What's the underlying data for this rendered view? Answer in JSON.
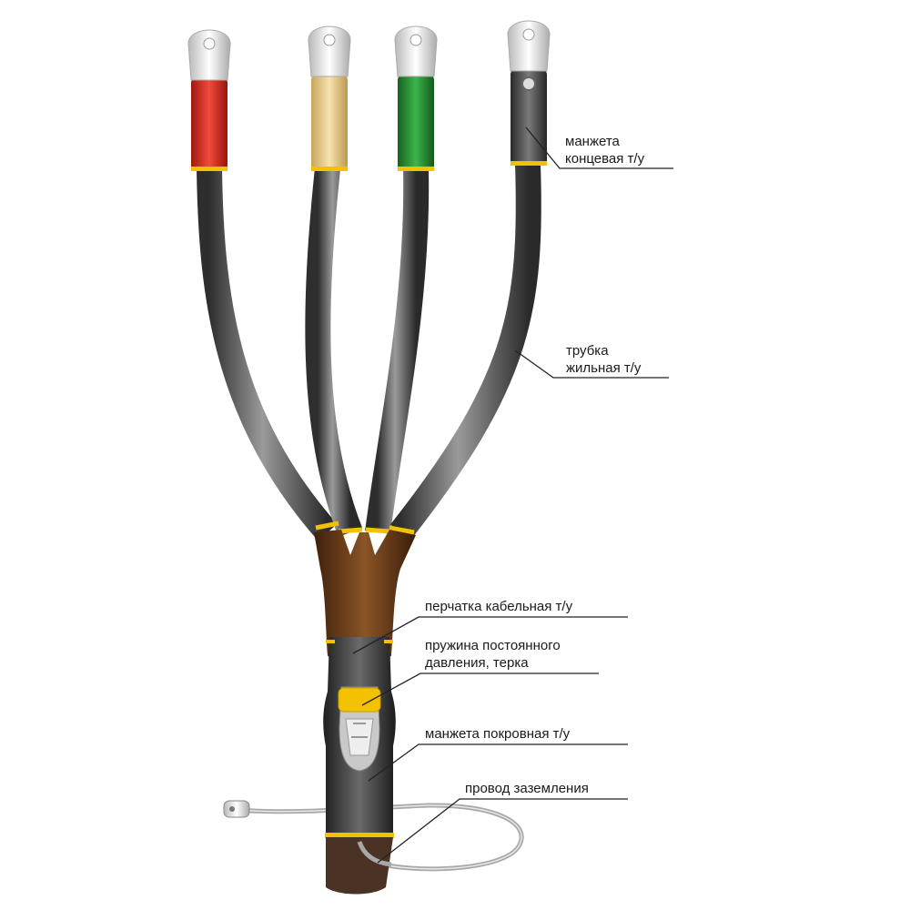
{
  "colors": {
    "phase_red": "#e0302a",
    "phase_yellow": "#efd08c",
    "phase_green": "#2a9a3a",
    "phase_gray": "#585858",
    "tube": "#4a4a4a",
    "glove": "#6b3d1f",
    "sleeve": "#3a3a3a",
    "ring_band": "#f2c200",
    "lug": "#e4e4e4",
    "leader": "#222222"
  },
  "labels": {
    "end_cap": {
      "line1": "манжета",
      "line2": "концевая т/у"
    },
    "core_tube": {
      "line1": "трубка",
      "line2": "жильная т/у"
    },
    "glove": {
      "line1": "перчатка кабельная т/у"
    },
    "spring": {
      "line1": "пружина постоянного",
      "line2": "давления, терка"
    },
    "cover_sleeve": {
      "line1": "манжета покровная т/у"
    },
    "ground_wire": {
      "line1": "провод заземления"
    }
  }
}
